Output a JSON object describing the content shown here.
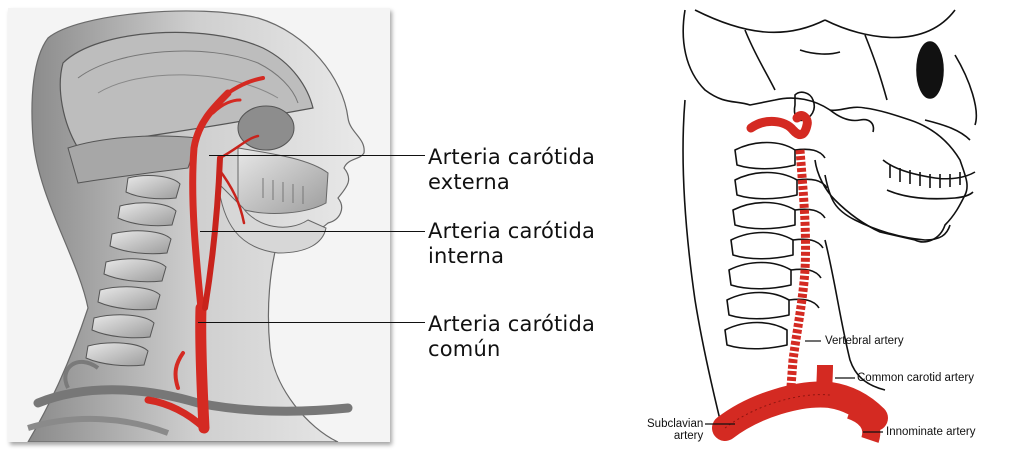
{
  "left_figure": {
    "labels": [
      {
        "line1": "Arteria carótida",
        "line2": "externa"
      },
      {
        "line1": "Arteria carótida",
        "line2": "interna"
      },
      {
        "line1": "Arteria carótida",
        "line2": "común"
      }
    ]
  },
  "right_figure": {
    "labels": {
      "vertebral": "Vertebral artery",
      "common_carotid": "Common carotid artery",
      "subclavian_line1": "Subclavian",
      "subclavian_line2": "artery",
      "innominate": "Innominate artery"
    }
  },
  "colors": {
    "artery": "#d42a22",
    "artery_dark": "#8e1510",
    "bone_gray": "#9a9a9a",
    "line": "#111111"
  }
}
